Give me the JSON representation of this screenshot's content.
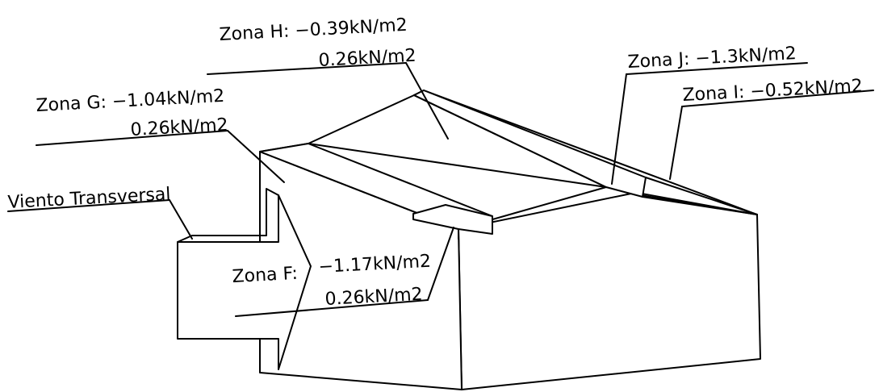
{
  "labels": {
    "zona_h_line1": "Zona H: −0.39kN/m2",
    "zona_h_line2": "0.26kN/m2",
    "zona_g_line1": "Zona G: −1.04kN/m2",
    "zona_g_line2": "0.26kN/m2",
    "zona_j": "Zona J: −1.3kN/m2",
    "zona_i": "Zona I: −0.52kN/m2",
    "zona_f_title": "Zona F:",
    "zona_f_value1": "−1.17kN/m2",
    "zona_f_value2": "0.26kN/m2",
    "viento": "Viento Transversal"
  },
  "colors": {
    "line": "#000000",
    "background": "#ffffff"
  }
}
